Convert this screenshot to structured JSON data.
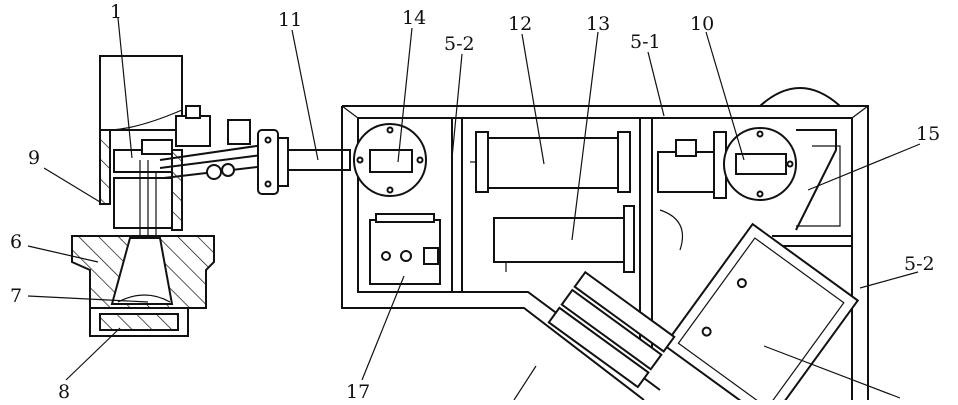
{
  "labels": {
    "l1": "1",
    "l11": "11",
    "l14": "14",
    "l5_2_top": "5-2",
    "l12": "12",
    "l13": "13",
    "l5_1": "5-1",
    "l10": "10",
    "l15": "15",
    "l9": "9",
    "l6": "6",
    "l7": "7",
    "l8": "8",
    "l17": "17",
    "l5_2_right": "5-2"
  }
}
